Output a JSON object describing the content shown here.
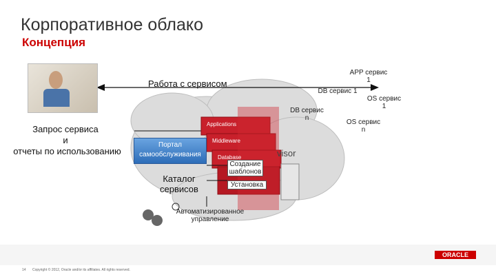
{
  "title": "Корпоративное облако",
  "subtitle": "Концепция",
  "labels": {
    "work_with_service": "Работа с сервисом",
    "request_line1": "Запрос сервиса",
    "request_line2": "и",
    "request_line3": "отчеты по использованию",
    "portal_line1": "Портал",
    "portal_line2": "самообслуживания",
    "catalog_line1": "Каталог",
    "catalog_line2": "сервисов",
    "create_templates": "Создание шаблонов",
    "install": "Установка",
    "automated_mgmt_line1": "Автоматизированное",
    "automated_mgmt_line2": "управление",
    "hypervisor_fragment": "visor",
    "app_service": "APP сервис 1",
    "db_service_1": "DB сервис 1",
    "db_service_n": "DB сервис n",
    "os_service_1": "OS сервис 1",
    "os_service_n": "OS сервис n",
    "stack_applications": "Applications",
    "stack_middleware": "Middleware",
    "stack_database": "Database"
  },
  "footer": {
    "page": "14",
    "copyright": "Copyright © 2012, Oracle and/or its affiliates. All rights reserved."
  },
  "brand": {
    "logo_text": "ORACLE",
    "accent": "#cc0000"
  }
}
